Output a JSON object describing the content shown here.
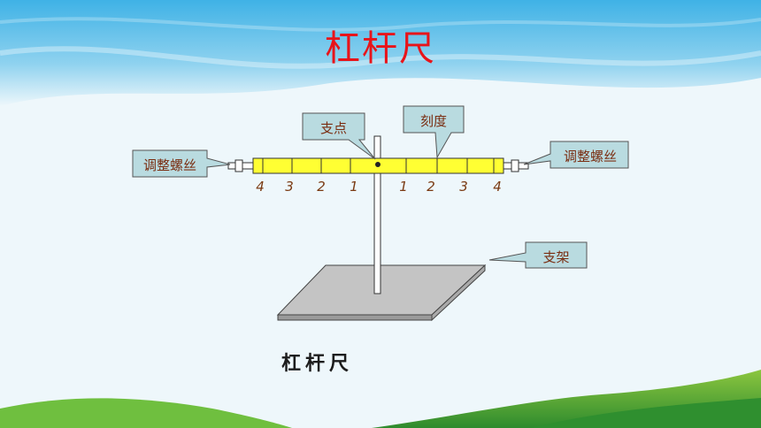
{
  "title": "杠杆尺",
  "caption": "杠杆尺",
  "callouts": {
    "fulcrum": "支点",
    "scale": "刻度",
    "left_screw": "调整螺丝",
    "right_screw": "调整螺丝",
    "stand": "支架"
  },
  "scale_left": [
    "4",
    "3",
    "2",
    "1"
  ],
  "scale_right": [
    "1",
    "2",
    "3",
    "4"
  ],
  "colors": {
    "title": "#e8141a",
    "lever": "#ffff33",
    "callout_fill": "#b9dbe0",
    "base": "#c0c0c0",
    "grass": "#4fae3c",
    "sky": "#4eb7e6"
  }
}
